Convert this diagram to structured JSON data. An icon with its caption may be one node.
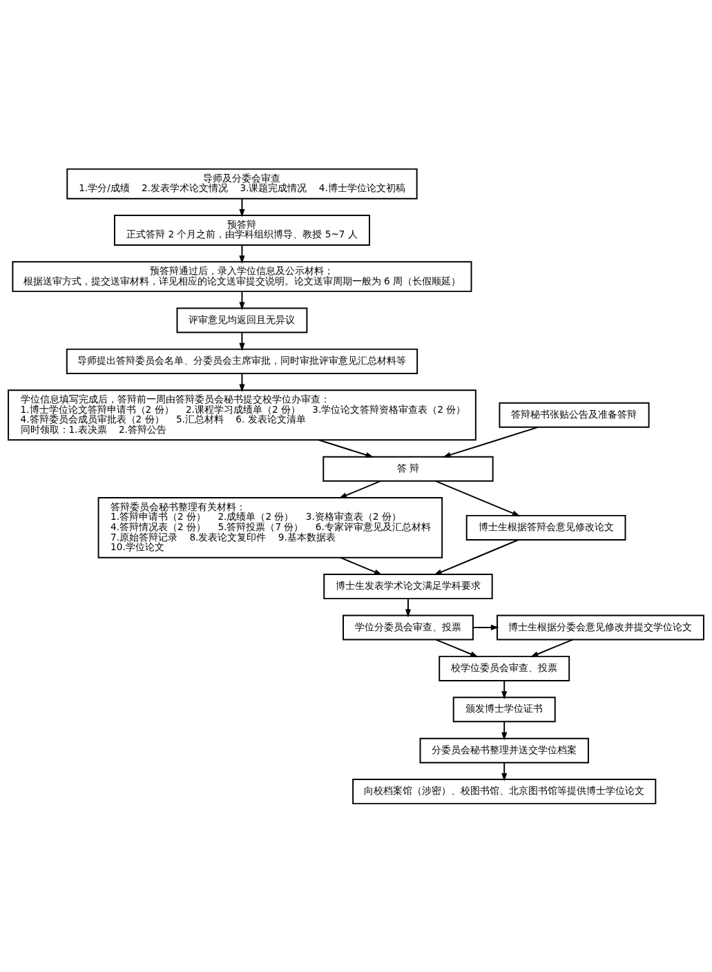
{
  "diagram": {
    "nodes": [
      {
        "text": [
          "导师及分委会审查",
          "1.学分/成绩",
          "2.发表学术论文情况",
          "3.课题完成情况",
          "4.博士学位论文初稿"
        ]
      },
      {
        "text": [
          "预答辩",
          "正式答辩 2 个月之前，由学科组织博导、教授 5~7 人"
        ]
      },
      {
        "text": [
          "预答辩通过后，录入学位信息及公示材料；",
          "根据送审方式，提交送审材料，详见相应的论文送审提交说明。论文送审周期一般为 6 周（长假顺延）"
        ]
      },
      {
        "text": [
          "评审意见均返回且无异议"
        ]
      },
      {
        "text": [
          "导师提出答辩委员会名单、分委员会主席审批，同时审批评审意见汇总材料等"
        ]
      },
      {
        "text": [
          "学位信息填写完成后，答辩前一周由答辩委员会秘书提交校学位办审查：",
          "1.博士学位论文答辩申请书（2 份）",
          "2.课程学习成绩单（2 份）",
          "3.学位论文答辩资格审查表（2 份）",
          "4.答辩委员会成员审批表（2 份）",
          "5.汇总材料",
          "6. 发表论文清单",
          "同时领取：1.表决票",
          "2.答辩公告"
        ]
      },
      {
        "text": [
          "答辩秘书张贴公告及准备答辩"
        ]
      },
      {
        "text": [
          "答 辩"
        ]
      },
      {
        "text": [
          "答辩委员会秘书整理有关材料：",
          "1.答辩申请书（2 份）",
          "2.成绩单（2 份）",
          "3.资格审查表（2 份）",
          "4.答辩情况表（2 份）",
          "5.答辩投票（7 份）",
          "6.专家评审意见及汇总材料",
          "7.原始答辩记录",
          "8.发表论文复印件",
          "9.基本数据表",
          "10.学位论文"
        ]
      },
      {
        "text": [
          "博士生根据答辩会意见修改论文"
        ]
      },
      {
        "text": [
          "博士生发表学术论文满足学科要求"
        ]
      },
      {
        "text": [
          "学位分委员会审查、投票"
        ]
      },
      {
        "text": [
          "博士生根据分委会意见修改并提交学位论文"
        ]
      },
      {
        "text": [
          "校学位委员会审查、投票"
        ]
      },
      {
        "text": [
          "颁发博士学位证书"
        ]
      },
      {
        "text": [
          "分委员会秘书整理并送交学位档案"
        ]
      },
      {
        "text": [
          "向校档案馆（涉密）、校图书馆、北京图书馆等提供博士学位论文"
        ]
      }
    ],
    "edges": [
      {
        "from": 0,
        "to": 1,
        "arrow": "to"
      },
      {
        "from": 1,
        "to": 2,
        "arrow": "to"
      },
      {
        "from": 2,
        "to": 3,
        "arrow": "to"
      },
      {
        "from": 3,
        "to": 4,
        "arrow": "to"
      },
      {
        "from": 4,
        "to": 5,
        "arrow": "to"
      },
      {
        "from": 5,
        "to": 7,
        "arrow": "to"
      },
      {
        "from": 6,
        "to": 7,
        "arrow": "to"
      },
      {
        "from": 7,
        "to": 9,
        "arrow": "to"
      },
      {
        "from": 7,
        "to": 8,
        "arrow": "to"
      },
      {
        "from": 8,
        "to": 10,
        "arrow": "to"
      },
      {
        "from": 9,
        "to": 10,
        "arrow": "to"
      },
      {
        "from": 10,
        "to": 11,
        "arrow": "to"
      },
      {
        "from": 11,
        "to": 12,
        "arrow": "to"
      },
      {
        "from": 12,
        "to": 13,
        "arrow": "to"
      },
      {
        "from": 11,
        "to": 13,
        "arrow": "to"
      },
      {
        "from": 13,
        "to": 14,
        "arrow": "to"
      },
      {
        "from": 14,
        "to": 15,
        "arrow": "to"
      },
      {
        "from": 15,
        "to": 16,
        "arrow": "to"
      }
    ]
  }
}
